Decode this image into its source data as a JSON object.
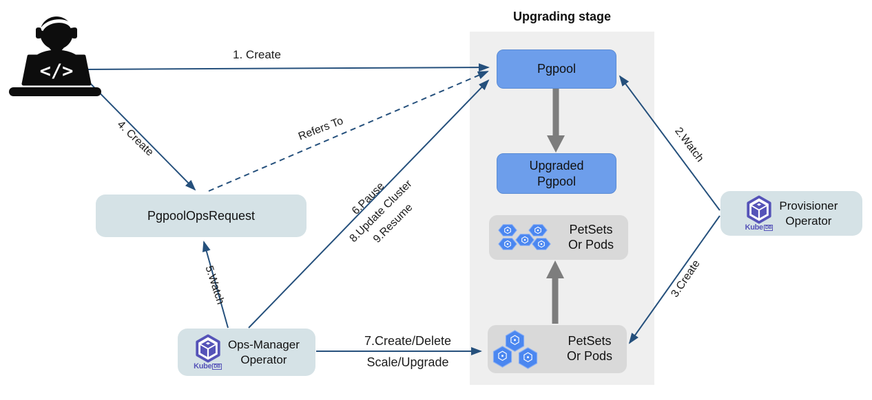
{
  "stage": {
    "title": "Upgrading stage"
  },
  "nodes": {
    "pgpool": {
      "label": "Pgpool"
    },
    "upgraded_pgpool": {
      "label": "Upgraded\nPgpool"
    },
    "petsets_top": {
      "label": "PetSets\nOr Pods"
    },
    "petsets_bottom": {
      "label": "PetSets\nOr Pods"
    },
    "ops_request": {
      "label": "PgpoolOpsRequest"
    },
    "ops_manager": {
      "label": "Ops-Manager\nOperator"
    },
    "provisioner": {
      "label": "Provisioner\nOperator"
    }
  },
  "edges": {
    "e1": {
      "label": "1. Create"
    },
    "e2": {
      "label": "2.Watch"
    },
    "e3": {
      "label": "3.Create"
    },
    "e4": {
      "label": "4. Create"
    },
    "e5": {
      "label": "5.Watch"
    },
    "e6": {
      "label": "6.Pause"
    },
    "e8": {
      "label": "8.Update Cluster"
    },
    "e9": {
      "label": "9.Resume"
    },
    "e7": {
      "line1": "7.Create/Delete",
      "line2": "Scale/Upgrade"
    },
    "refers": {
      "label": "Refers To"
    }
  },
  "logo": {
    "kube": "Kube",
    "db": "DB"
  },
  "icons": {
    "user_glyph": "</>",
    "user": "developer-at-laptop-icon",
    "pod": "kubernetes-pod-hexagon-icon",
    "kubedb": "kubedb-cube-hexagon-icon"
  },
  "colors": {
    "accent_blue": "#6d9eeb",
    "node_teal": "#d5e2e6",
    "node_gray": "#d9d9d9",
    "stage_bg": "#efefef",
    "arrow_navy": "#25507c",
    "arrow_gray": "#7d7d7d",
    "pod_blue": "#4b87f0",
    "kubedb_purple": "#5553b8"
  }
}
